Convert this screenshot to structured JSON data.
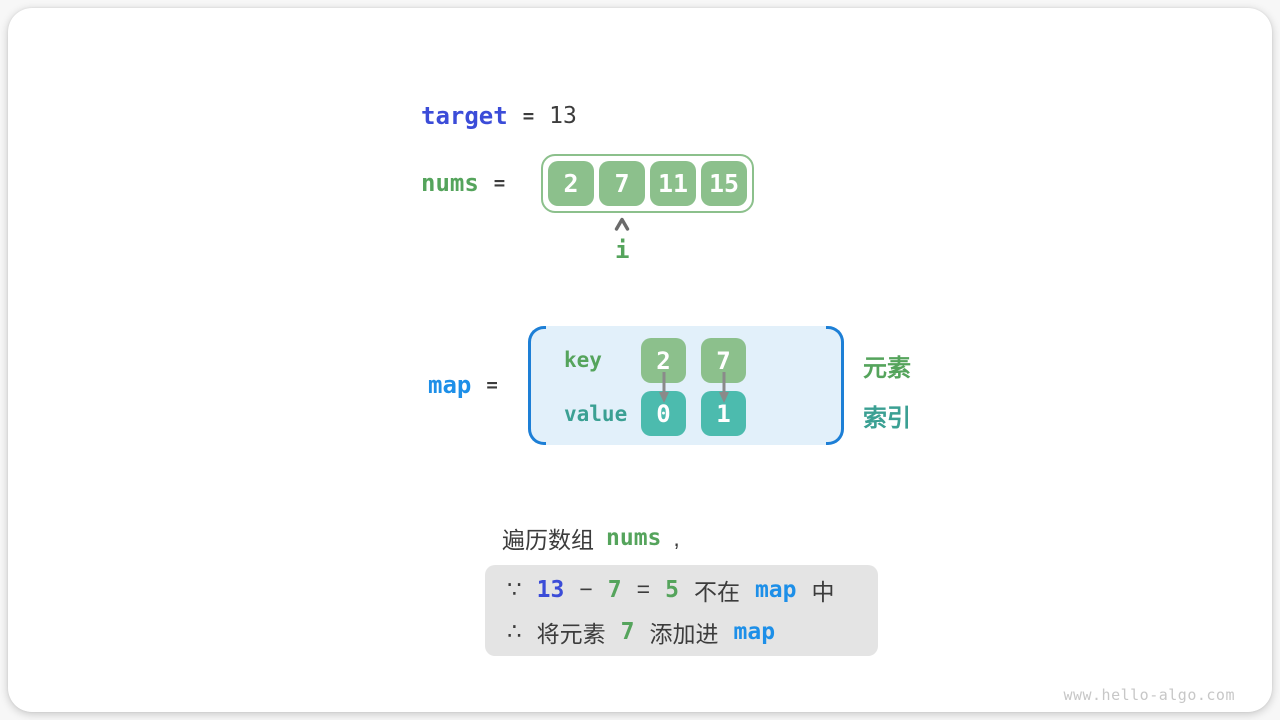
{
  "colors": {
    "indigo": "#3b4cd8",
    "azure": "#1d8fe8",
    "green_text": "#55a45c",
    "green_cell": "#8cc08c",
    "teal_cell": "#4cbbae",
    "teal_text": "#3ba093",
    "panel_bg": "#e2f0fa",
    "bracket": "#1d7fd6",
    "note_bg": "#e4e4e4",
    "text_dark": "#3c3c3c",
    "arrow_gray": "#8a8a8a"
  },
  "target_row": {
    "var": "target",
    "eq": "=",
    "value": "13"
  },
  "nums_row": {
    "var": "nums",
    "eq": "=",
    "cells": [
      "2",
      "7",
      "11",
      "15"
    ],
    "pointer_label": "i",
    "pointer_index": 1
  },
  "map_row": {
    "var": "map",
    "eq": "=",
    "key_label": "key",
    "value_label": "value",
    "entries": [
      {
        "key": "2",
        "value": "0"
      },
      {
        "key": "7",
        "value": "1"
      }
    ],
    "elements_label": "元素",
    "indexes_label": "索引"
  },
  "caption": {
    "prefix": "遍历数组",
    "code": "nums",
    "suffix": ","
  },
  "note": {
    "line1": {
      "because": "∵",
      "minuend": "13",
      "minus": "−",
      "subtrahend": "7",
      "equals": "=",
      "difference": "5",
      "not_in": "不在",
      "map": "map",
      "in_suffix": "中"
    },
    "line2": {
      "therefore": "∴",
      "will_element": "将元素",
      "value": "7",
      "add_into": "添加进",
      "map": "map"
    }
  },
  "watermark": "www.hello-algo.com"
}
